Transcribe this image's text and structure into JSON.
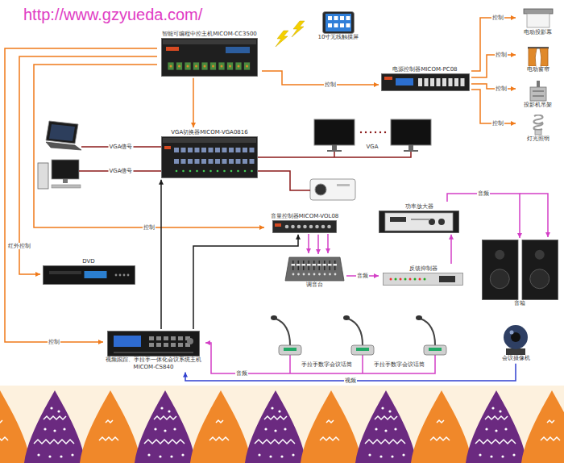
{
  "diagram": {
    "nodes": [
      {
        "text": [
          "智能可编程中控主机MICOM-CC3500"
        ]
      },
      {
        "text": [
          "10寸无线触摸屏"
        ]
      },
      {
        "text": [
          "电源控制器MICOM-PC08"
        ]
      },
      {
        "text": [
          "电动投影幕"
        ]
      },
      {
        "text": [
          "电动窗帘"
        ]
      },
      {
        "text": [
          "投影机吊架"
        ]
      },
      {
        "text": [
          "灯光照明"
        ]
      },
      {
        "text": [
          "VGA切换器MICOM-VGA0816"
        ]
      },
      {
        "text": [
          "音量控制器MICOM-VOL08"
        ]
      },
      {
        "text": [
          "功率放大器"
        ]
      },
      {
        "text": [
          "音箱"
        ]
      },
      {
        "text": [
          "调音台"
        ]
      },
      {
        "text": [
          "反馈抑制器"
        ]
      },
      {
        "text": [
          "DVD"
        ]
      },
      {
        "text": [
          "视频跟踪、手拉手一体化会议系统主机MICOM-CS840"
        ]
      },
      {
        "text": [
          "会议摄像机"
        ]
      }
    ],
    "edges": [
      {
        "from": 0,
        "to": 2,
        "label": "控制",
        "arrow": "to"
      },
      {
        "from": 2,
        "to": 3,
        "label": "控制",
        "arrow": "to"
      },
      {
        "from": 2,
        "to": 4,
        "label": "控制",
        "arrow": "to"
      },
      {
        "from": 2,
        "to": 5,
        "label": "控制",
        "arrow": "to"
      },
      {
        "from": 2,
        "to": 6,
        "label": "控制",
        "arrow": "to"
      },
      {
        "from": 0,
        "to": 13,
        "label": "红外控制",
        "arrow": "to"
      },
      {
        "from": 0,
        "to": 8,
        "label": "控制",
        "arrow": "to"
      },
      {
        "from": 0,
        "to": 14,
        "label": "控制",
        "arrow": "to"
      },
      {
        "from": 0,
        "to": 7,
        "arrow": "to"
      },
      {
        "from": 14,
        "to": 7,
        "arrow": "to"
      },
      {
        "from": 14,
        "to": 8,
        "arrow": "to"
      },
      {
        "from": 8,
        "to": 11,
        "arrow": "to"
      },
      {
        "from": 11,
        "to": 12,
        "label": "音频",
        "arrow": "to"
      },
      {
        "from": 12,
        "to": 9,
        "arrow": "to"
      },
      {
        "from": 9,
        "to": 10,
        "label": "音频",
        "arrow": "to"
      },
      {
        "from": 15,
        "to": 14,
        "label": "视频",
        "arrow": "to"
      }
    ],
    "labels": [
      "http://www.gzyueda.com/",
      "VGA信号",
      "VGA信号",
      "VGA",
      "音频",
      "手拉手数字会议话筒",
      "手拉手数字会议话筒"
    ]
  }
}
